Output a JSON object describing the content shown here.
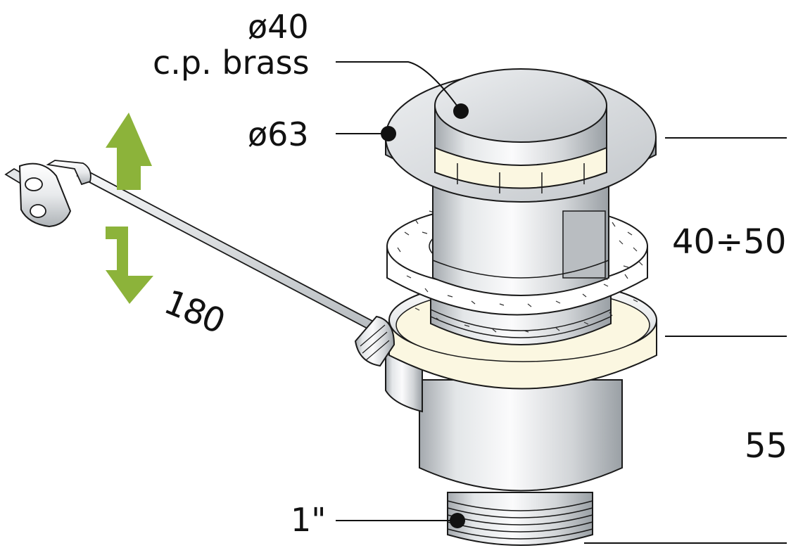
{
  "labels": {
    "cap_diameter": "ø40",
    "material": "c.p. brass",
    "flange_diameter": "ø63",
    "rod_length": "180",
    "adjust_range": "40÷50",
    "body_height": "55",
    "thread": "1\""
  },
  "colors": {
    "arrow": "#8cb33a",
    "outline": "#1a1a1a",
    "chrome_light": "#f3f4f5",
    "chrome_mid": "#d4d7da",
    "chrome_dark": "#9ea3a8",
    "washer": "#fbf7e1",
    "leader": "#111111"
  },
  "icons": {
    "arrow_up": "arrow-up-icon",
    "arrow_down": "arrow-down-icon"
  }
}
